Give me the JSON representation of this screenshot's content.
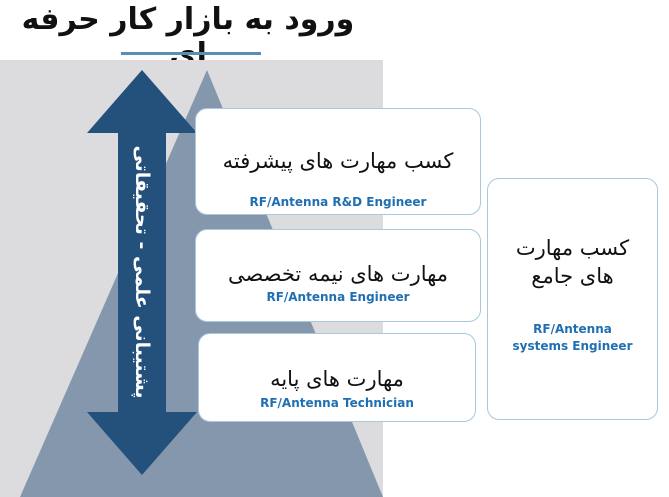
{
  "title": "ورود به بازار کار حرفه ای",
  "colors": {
    "accent_rule": "#5b8db5",
    "panel": "#dcdcde",
    "pyramid": "#8497ad",
    "arrow": "#24517c",
    "box_border": "#a8c8dc",
    "role_text": "#1f6fb3"
  },
  "arrow_label": "پشتیبانی علمی - تحقیقاتی",
  "levels": [
    {
      "skill": "کسب مهارت های پیشرفته",
      "role": "RF/Antenna R&D Engineer"
    },
    {
      "skill": "مهارت های نیمه تخصصی",
      "role": "RF/Antenna Engineer"
    },
    {
      "skill": "مهارت های پایه",
      "role": "RF/Antenna Technician"
    }
  ],
  "comprehensive": {
    "skill": "کسب مهارت های جامع",
    "role": "RF/Antenna systems Engineer"
  }
}
